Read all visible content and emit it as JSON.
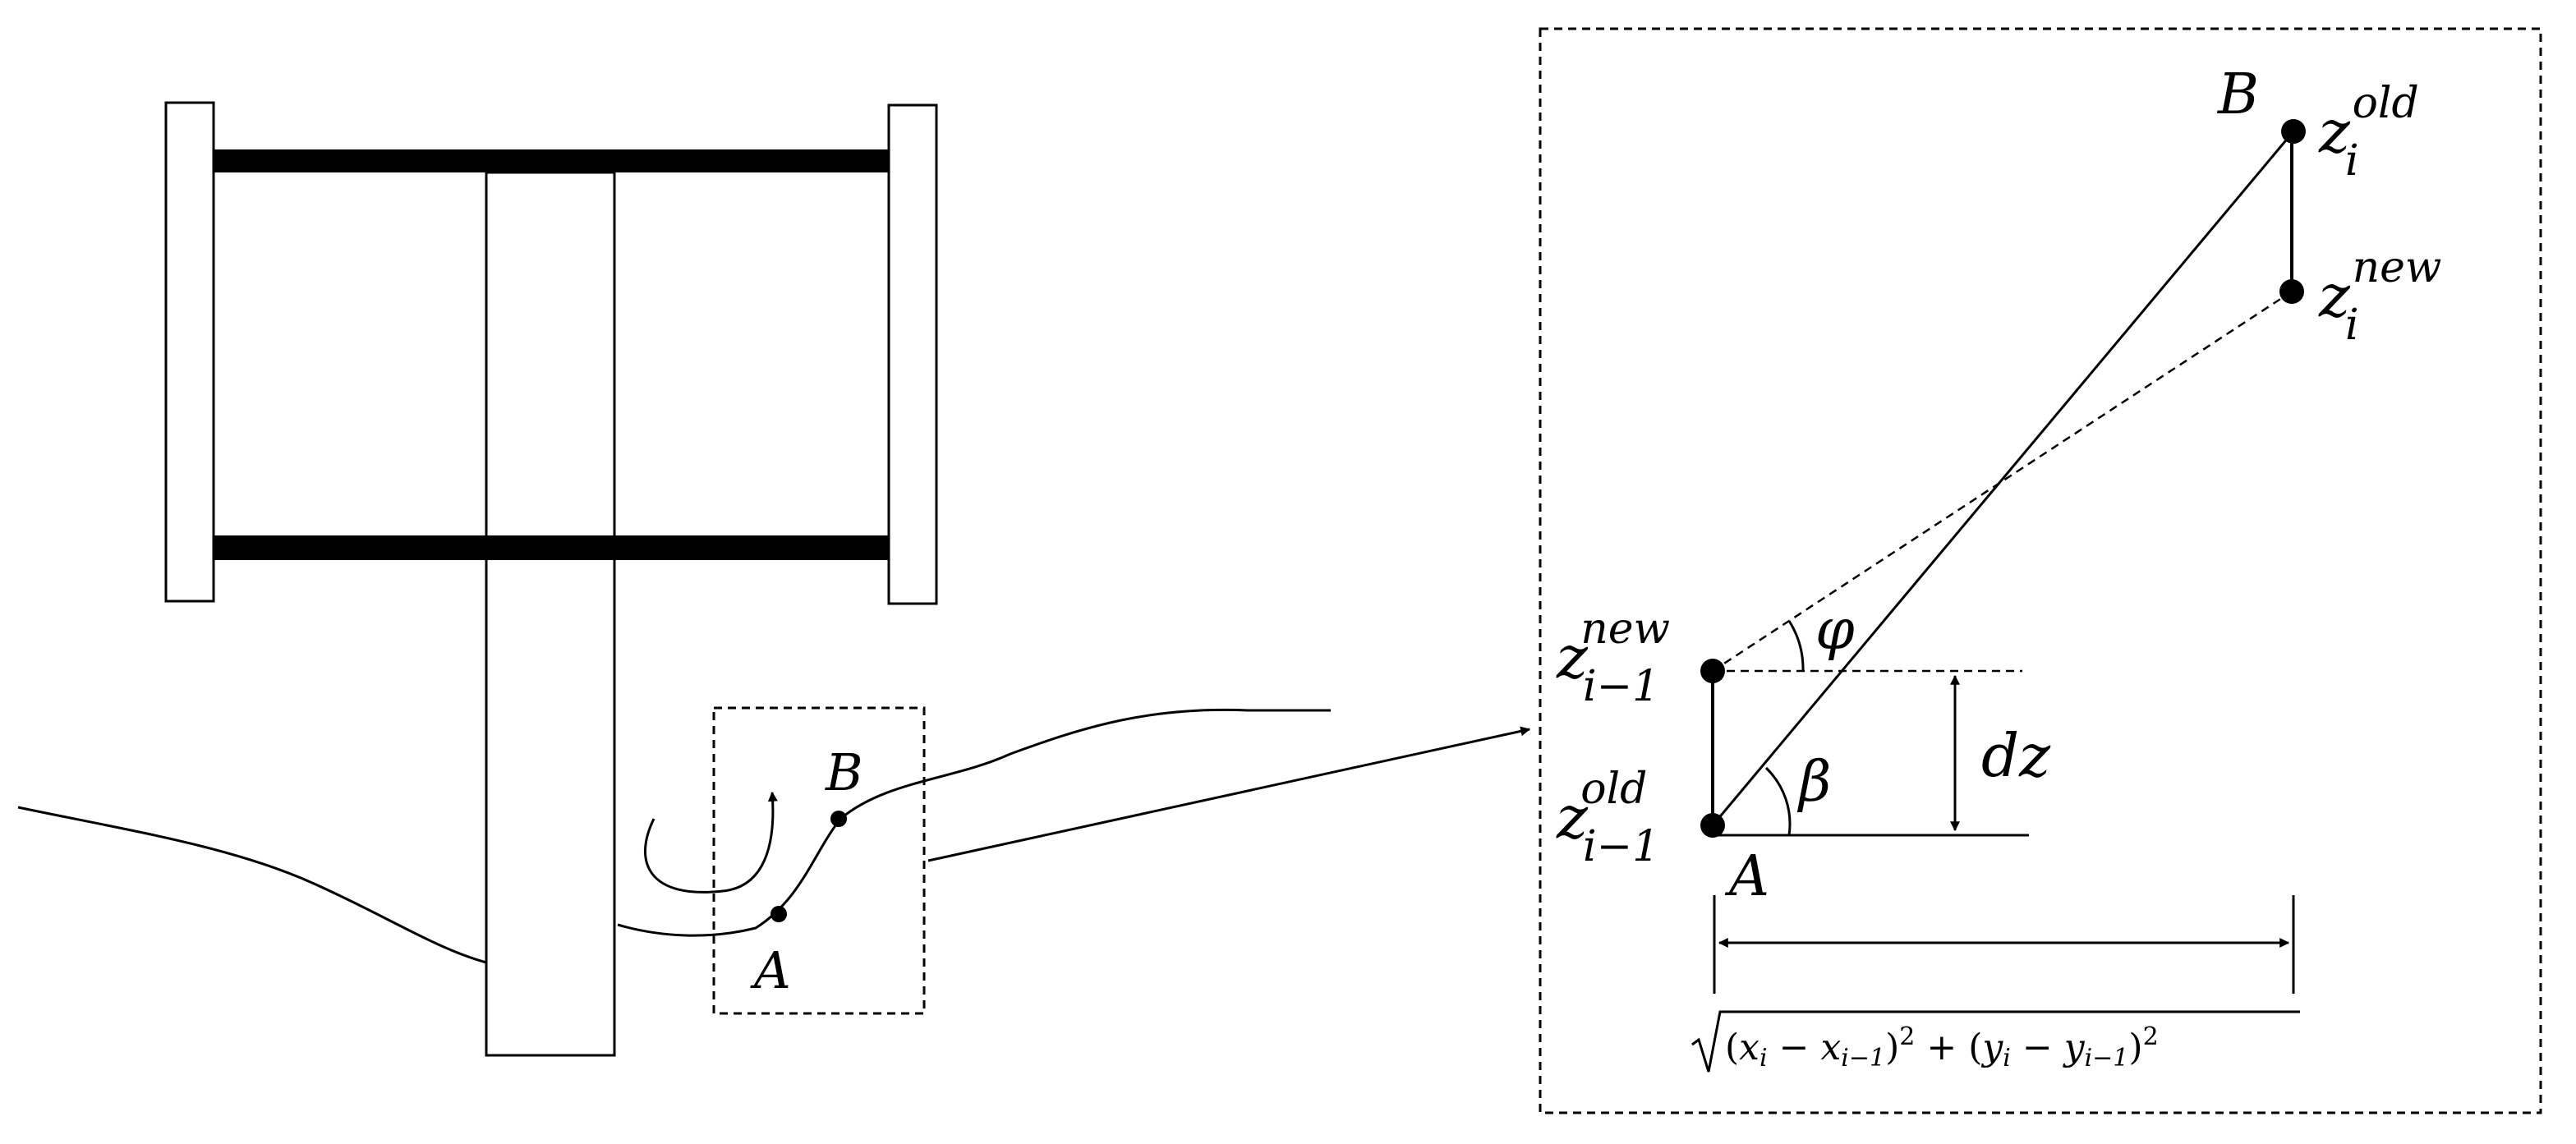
{
  "labels": {
    "A_left": "A",
    "B_left": "B",
    "A_right": "A",
    "B_right": "B",
    "phi": "φ",
    "beta": "β",
    "dz": "dz"
  },
  "points": {
    "z_i_old": {
      "base": "z",
      "sub": "i",
      "sup": "old"
    },
    "z_i_new": {
      "base": "z",
      "sub": "i",
      "sup": "new"
    },
    "z_im1_new": {
      "base": "z",
      "sub": "i−1",
      "sup": "new"
    },
    "z_im1_old": {
      "base": "z",
      "sub": "i−1",
      "sup": "old"
    }
  },
  "formula": {
    "open1": "(",
    "x1": "x",
    "i1": "i",
    "minus1": " − ",
    "x2": "x",
    "i2": "i−1",
    "close1": ")",
    "sq1": "2",
    "plus": " + ",
    "open2": "(",
    "y1": "y",
    "i3": "i",
    "minus2": " − ",
    "y2": "y",
    "i4": "i−1",
    "close2": ")",
    "sq2": "2"
  },
  "colors": {
    "stroke": "#000000",
    "background": "#ffffff"
  }
}
